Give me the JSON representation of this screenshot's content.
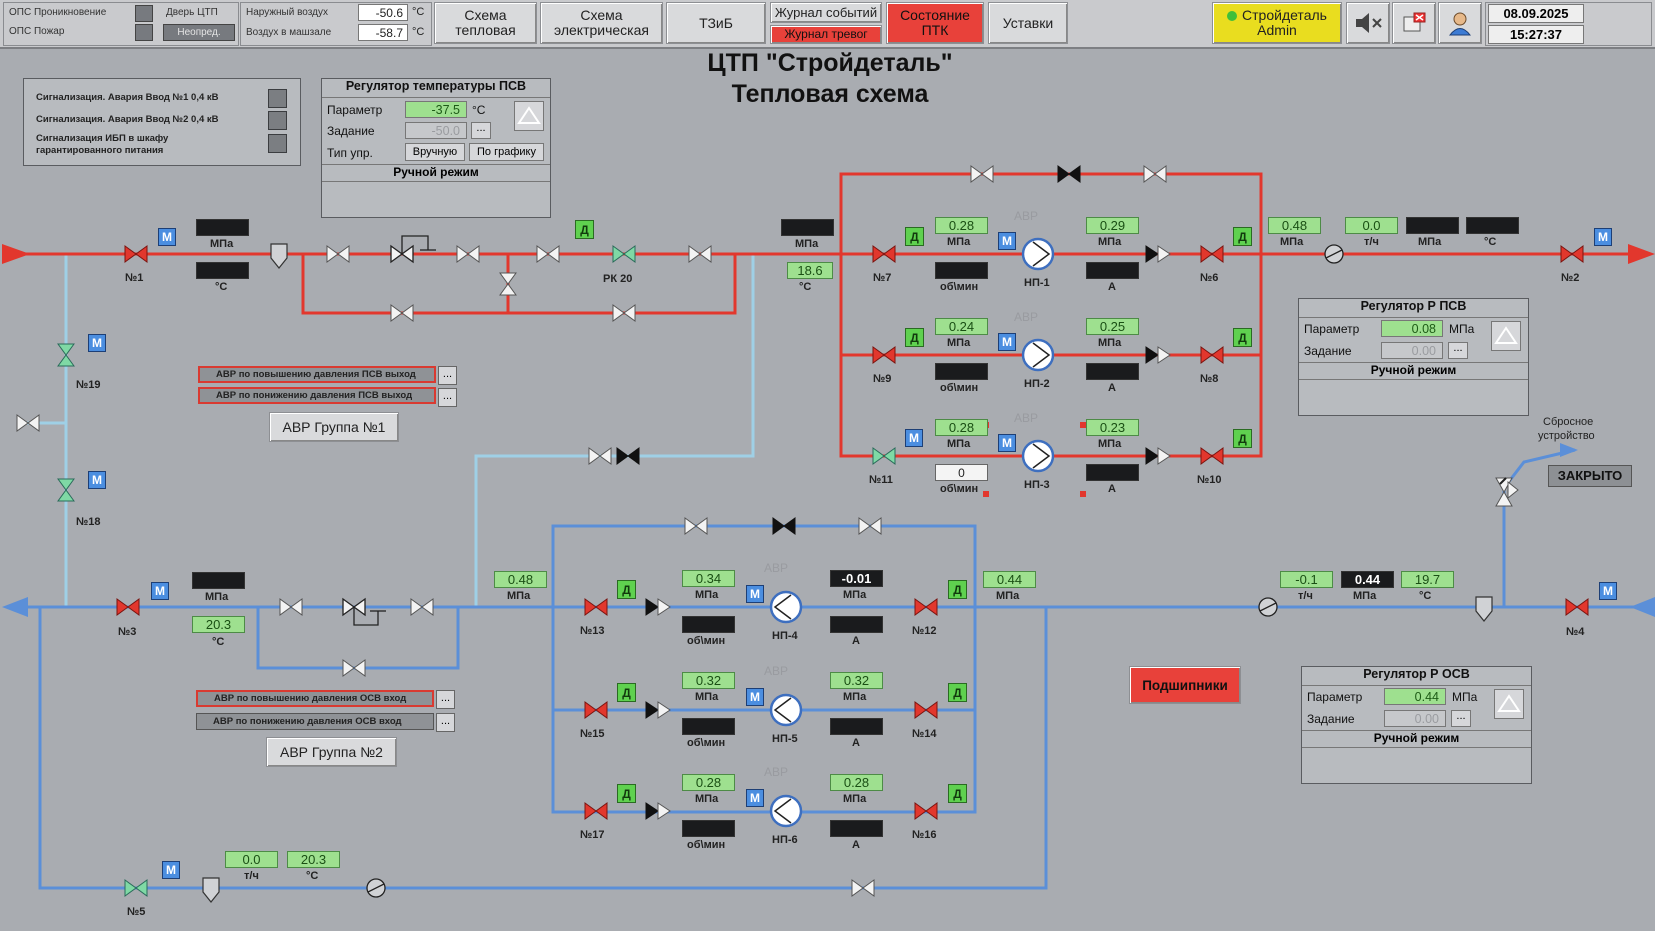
{
  "top": {
    "ops_penetration": "ОПС Проникновение",
    "ops_fire": "ОПС Пожар",
    "door_label": "Дверь ЦТП",
    "door_state": "Неопред.",
    "outdoor_air": "Наружный воздух",
    "outdoor_air_val": "-50.6",
    "machine_air": "Воздух в машзале",
    "machine_air_val": "-58.7",
    "deg": "°C",
    "btn_heat_a": "Схема",
    "btn_heat_b": "тепловая",
    "btn_elec_a": "Схема",
    "btn_elec_b": "электрическая",
    "btn_tzib": "ТЗиБ",
    "btn_events": "Журнал событий",
    "btn_alarms": "Журнал тревог",
    "btn_ptk_a": "Состояние",
    "btn_ptk_b": "ПТК",
    "btn_settings": "Уставки",
    "user_org": "Стройдеталь",
    "user_name": "Admin",
    "date": "08.09.2025",
    "time": "15:27:37"
  },
  "title": {
    "line1": "ЦТП \"Стройдеталь\"",
    "line2": "Тепловая схема"
  },
  "alarms": [
    "Сигнализация. Авария Ввод №1 0,4 кВ",
    "Сигнализация. Авария Ввод №2 0,4 кВ",
    "Сигнализация ИБП в шкафу",
    "гарантированного питания"
  ],
  "reg_psv_temp": {
    "title": "Регулятор температуры ПСВ",
    "param_label": "Параметр",
    "param_val": "-37.5",
    "unit": "°C",
    "set_label": "Задание",
    "set_val": "-50.0",
    "mode_label": "Тип упр.",
    "btn_manual": "Вручную",
    "btn_schedule": "По графику",
    "mode": "Ручной режим"
  },
  "reg_p_psv": {
    "title": "Регулятор Р ПСВ",
    "param_label": "Параметр",
    "param_val": "0.08",
    "unit": "МПа",
    "set_label": "Задание",
    "set_val": "0.00",
    "mode": "Ручной режим"
  },
  "reg_p_osv": {
    "title": "Регулятор Р ОСВ",
    "param_label": "Параметр",
    "param_val": "0.44",
    "unit": "МПа",
    "set_label": "Задание",
    "set_val": "0.00",
    "mode": "Ручной режим"
  },
  "avr1": {
    "row1": "АВР по повышению давления ПСВ выход",
    "row2": "АВР по понижению давления ПСВ выход",
    "button": "АВР Группа №1"
  },
  "avr2": {
    "row1": "АВР по повышению давления ОСВ вход",
    "row2": "АВР по понижению давления ОСВ вход",
    "button": "АВР Группа №2"
  },
  "units": {
    "mpa": "МПа",
    "deg": "°C",
    "rpm": "об\\мин",
    "amp": "А",
    "flow": "т/ч"
  },
  "labels": {
    "m": "М",
    "d": "Д",
    "avr": "АВР",
    "v1": "№1",
    "v2": "№2",
    "v3": "№3",
    "v4": "№4",
    "v5": "№5",
    "v6": "№6",
    "v7": "№7",
    "v8": "№8",
    "v9": "№9",
    "v10": "№10",
    "v11": "№11",
    "v12": "№12",
    "v13": "№13",
    "v14": "№14",
    "v15": "№15",
    "v16": "№16",
    "v17": "№17",
    "v18": "№18",
    "v19": "№19",
    "rk20": "РК 20",
    "np1": "НП-1",
    "np2": "НП-2",
    "np3": "НП-3",
    "np4": "НП-4",
    "np5": "НП-5",
    "np6": "НП-6",
    "discharge_a": "Сбросное",
    "discharge_b": "устройство",
    "closed": "ЗАКРЫТО",
    "bearings": "Подшипники"
  },
  "values": {
    "supply_in_temp_after": "18.6",
    "np1_in": "0.28",
    "np1_out": "0.29",
    "np2_in": "0.24",
    "np2_out": "0.25",
    "np3_in": "0.28",
    "np3_out": "0.23",
    "np3_rpm": "0",
    "supply_out_p": "0.48",
    "supply_out_flow": "0.0",
    "return_in_temp": "20.3",
    "return_mid_p": "0.48",
    "np4_in": "0.34",
    "np4_out": "-0.01",
    "np5_in": "0.32",
    "np5_out": "0.32",
    "np6_in": "0.28",
    "np6_out": "0.28",
    "return_after_p": "0.44",
    "return_out_flow": "-0.1",
    "return_out_p": "0.44",
    "return_out_temp": "19.7",
    "makeup_flow": "0.0",
    "makeup_temp": "20.3"
  },
  "colors": {
    "hot": "#e2372d",
    "cold": "#5b8fd8",
    "light": "#9fd0e6"
  }
}
